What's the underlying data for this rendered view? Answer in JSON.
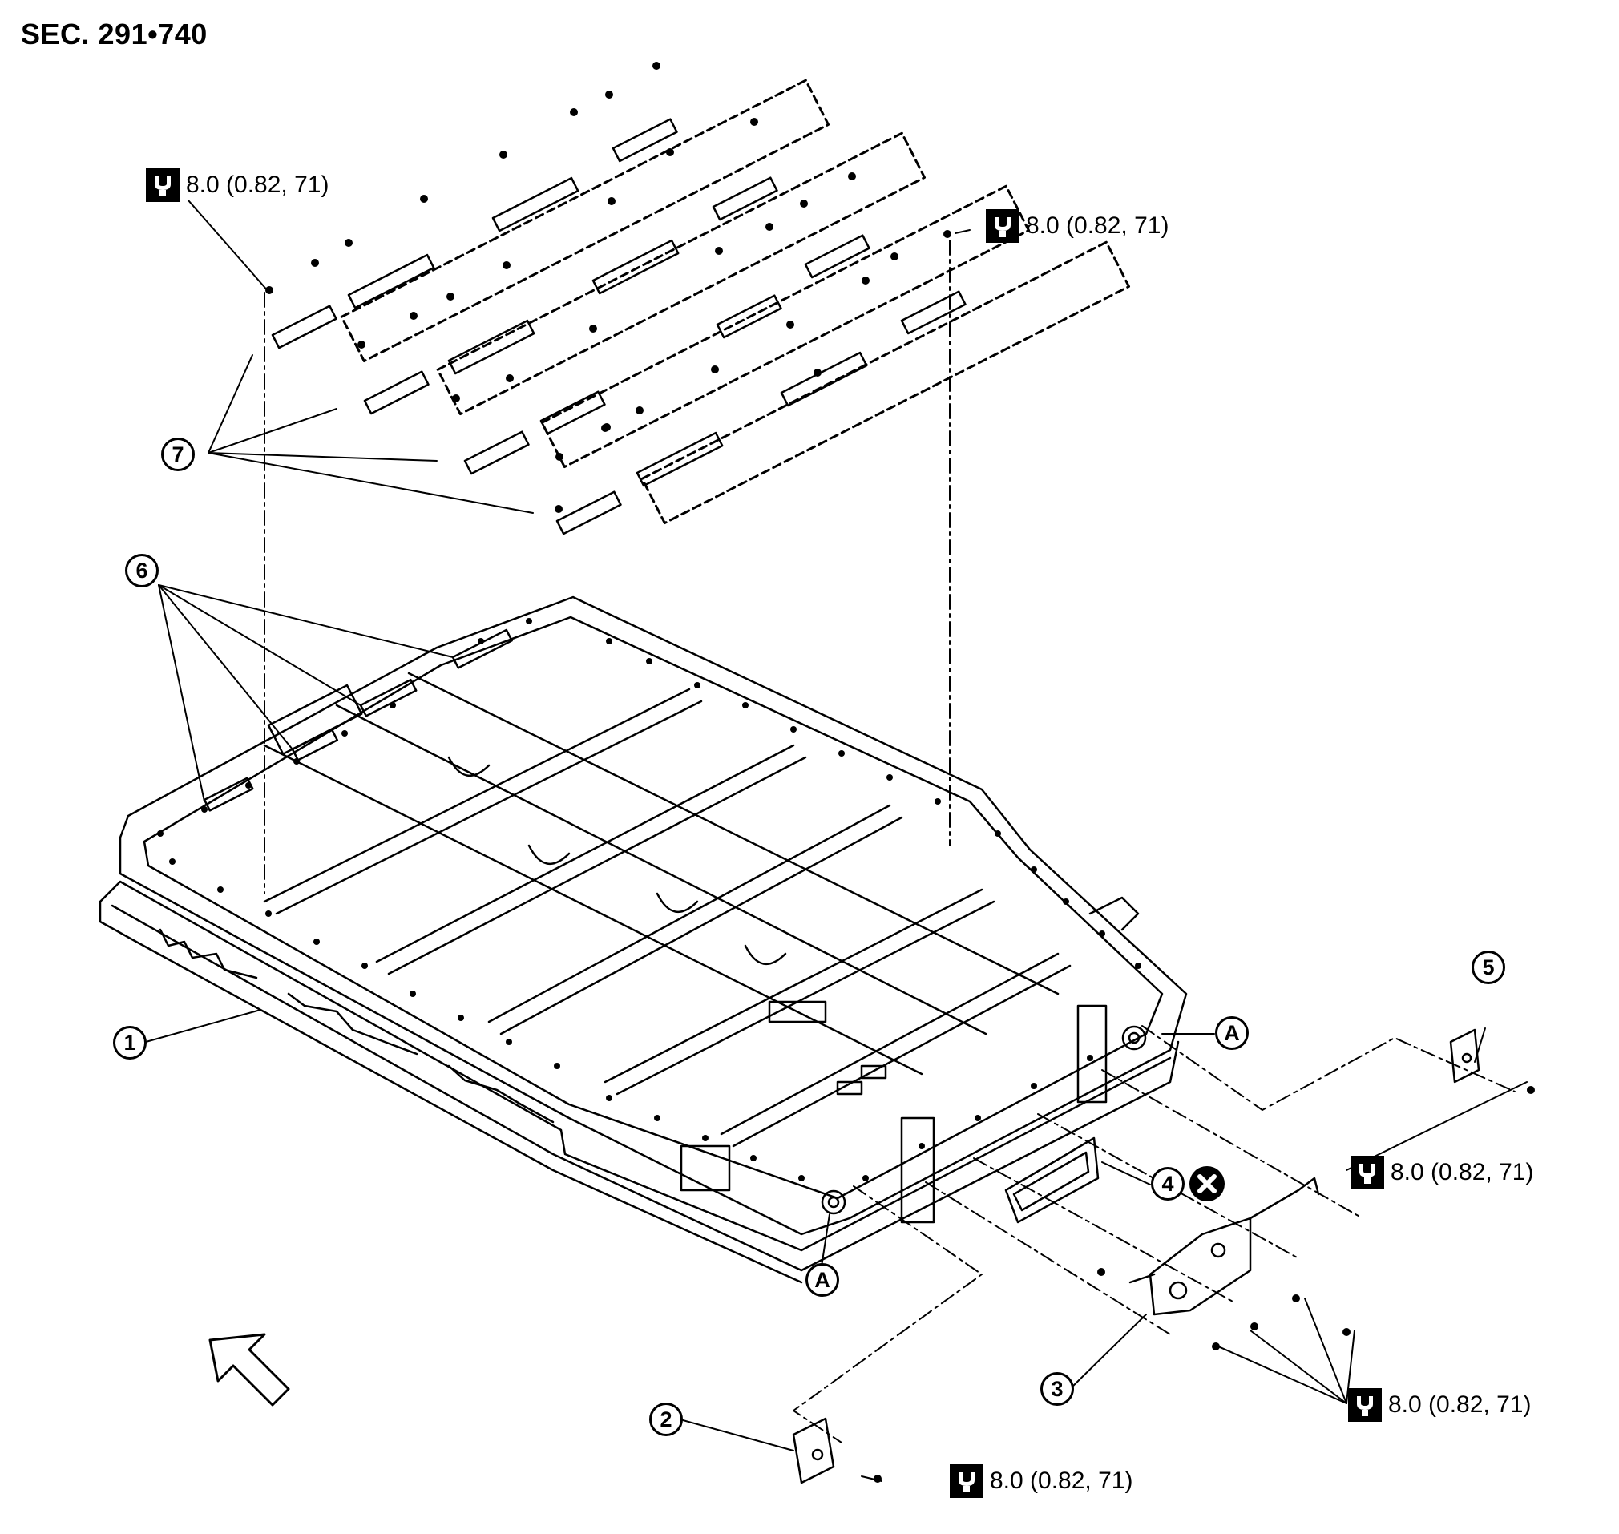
{
  "header": {
    "section": "SEC. 291•740"
  },
  "torque_spec": "8.0 (0.82, 71)",
  "callouts": {
    "c1": "1",
    "c2": "2",
    "c3": "3",
    "c4": "4",
    "c5": "5",
    "c6": "6",
    "c7": "7",
    "a_left": "A",
    "a_right": "A"
  },
  "icons": {
    "torque": "torque-wrench-icon",
    "no_reuse": "do-not-reuse-icon",
    "front": "front-arrow-icon"
  },
  "colors": {
    "line": "#000000",
    "background": "#ffffff"
  }
}
